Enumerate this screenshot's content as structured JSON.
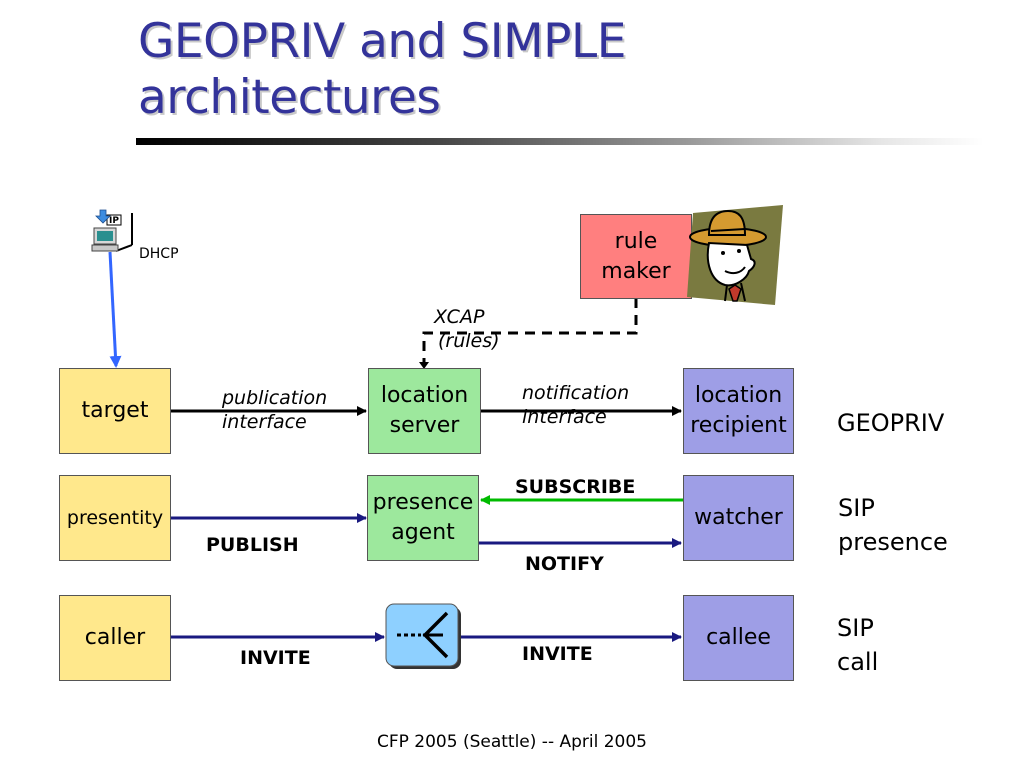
{
  "slide": {
    "title_line1": "GEOPRIV and SIMPLE",
    "title_line2": "architectures",
    "footer": "CFP 2005 (Seattle) -- April 2005"
  },
  "diagram": {
    "dhcp_label": "DHCP",
    "ip_badge": "IP",
    "rule_maker": {
      "line1": "rule",
      "line2": "maker"
    },
    "xcap_label": {
      "line1": "XCAP",
      "line2": "(rules)"
    },
    "rows": {
      "geopriv": {
        "left": "target",
        "middle": {
          "line1": "location",
          "line2": "server"
        },
        "right": {
          "line1": "location",
          "line2": "recipient"
        },
        "left_arrow_label": {
          "line1": "publication",
          "line2": "interface"
        },
        "right_arrow_label": {
          "line1": "notification",
          "line2": "interface"
        },
        "category": "GEOPRIV"
      },
      "presence": {
        "left": "presentity",
        "middle": {
          "line1": "presence",
          "line2": "agent"
        },
        "right": "watcher",
        "publish_label": "PUBLISH",
        "subscribe_label": "SUBSCRIBE",
        "notify_label": "NOTIFY",
        "category": {
          "line1": "SIP",
          "line2": "presence"
        }
      },
      "call": {
        "left": "caller",
        "right": "callee",
        "invite_left_label": "INVITE",
        "invite_right_label": "INVITE",
        "category": {
          "line1": "SIP",
          "line2": "call"
        }
      }
    }
  },
  "colors": {
    "title": "#33339a",
    "target_box": "#ffe88c",
    "server_box": "#9de89d",
    "recipient_box": "#9e9ee6",
    "rule_maker_box": "#ff7f7f",
    "subscribe_arrow": "#00bb00",
    "dhcp_arrow": "#3366ff",
    "protocol_arrow": "#1a1a80"
  },
  "icons": [
    "computer-icon",
    "cowboy-rule-maker-icon",
    "sip-proxy-icon"
  ]
}
